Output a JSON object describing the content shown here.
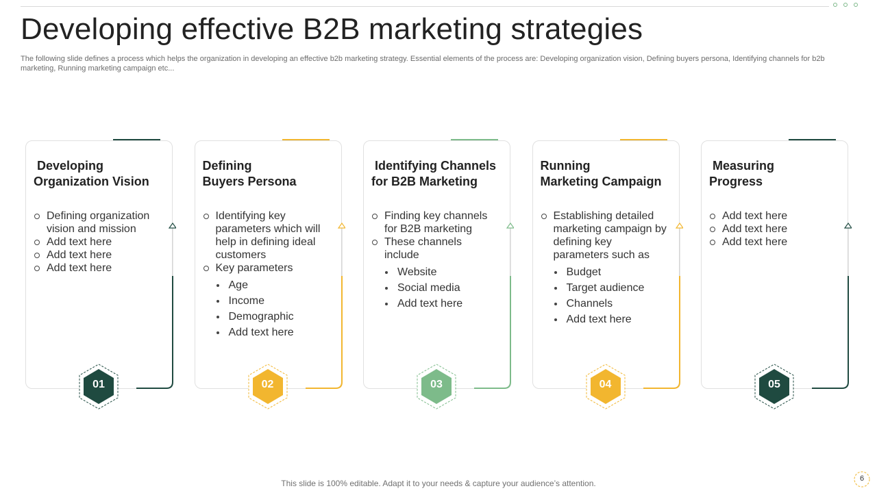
{
  "slide": {
    "title": "Developing effective B2B marketing strategies",
    "subtitle": "The following slide defines a process which helps the organization in developing an effective  b2b marketing strategy. Essential elements of the process are: Developing organization vision, Defining buyers persona, Identifying channels for b2b marketing, Running marketing campaign etc...",
    "footer": "This slide is 100% editable. Adapt it to your needs & capture your audience’s attention.",
    "page_number": "6"
  },
  "colors": {
    "dark_green": "#1f4a40",
    "yellow": "#f2b62f",
    "light_green": "#7dbb8a"
  },
  "steps": [
    {
      "number": "01",
      "title_line1": " Developing",
      "title_line2": "Organization Vision",
      "bullets": [
        {
          "text": "Defining organization vision and mission"
        },
        {
          "text": "Add text here"
        },
        {
          "text": "Add text here"
        },
        {
          "text": "Add text here"
        }
      ]
    },
    {
      "number": "02",
      "title_line1": "Defining",
      "title_line2": "Buyers Persona",
      "bullets": [
        {
          "text": "Identifying  key parameters which will help in defining ideal customers"
        },
        {
          "text": "Key parameters",
          "sub": [
            "Age",
            "Income",
            "Demographic",
            "Add text here"
          ]
        }
      ]
    },
    {
      "number": "03",
      "title_line1": " Identifying Channels",
      "title_line2": "for B2B Marketing",
      "bullets": [
        {
          "text": "Finding key channels for B2B marketing"
        },
        {
          "text": "These channels include",
          "sub": [
            "Website",
            "Social media",
            "Add text here"
          ]
        }
      ]
    },
    {
      "number": "04",
      "title_line1": "Running",
      "title_line2": "Marketing Campaign",
      "bullets": [
        {
          "text": "Establishing detailed marketing campaign by defining key parameters such as",
          "sub": [
            "Budget",
            "Target audience",
            "Channels",
            "Add text here"
          ]
        }
      ]
    },
    {
      "number": "05",
      "title_line1": " Measuring",
      "title_line2": "Progress",
      "bullets": [
        {
          "text": "Add text here"
        },
        {
          "text": "Add text here"
        },
        {
          "text": "Add text here"
        }
      ]
    }
  ]
}
